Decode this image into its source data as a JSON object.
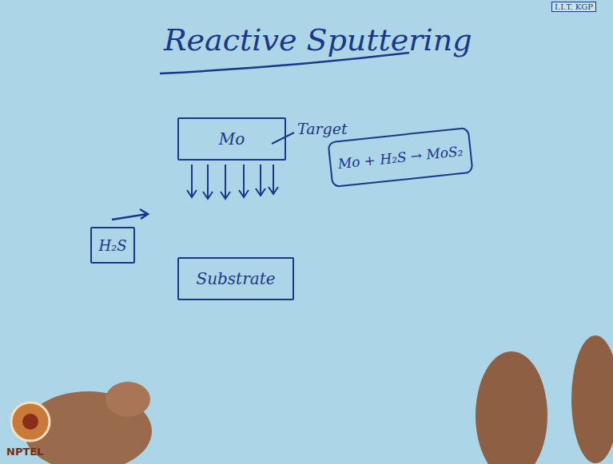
{
  "diagram": {
    "title": "Reactive Sputtering",
    "nodes": [
      {
        "text": [
          "Mo"
        ]
      },
      {
        "text": [
          "Mo + H₂S → MoS₂"
        ]
      },
      {
        "text": [
          "H₂S"
        ]
      },
      {
        "text": [
          "Substrate"
        ]
      }
    ],
    "labels": [
      "Target",
      "I.I.T. KGP",
      "NPTEL"
    ]
  }
}
